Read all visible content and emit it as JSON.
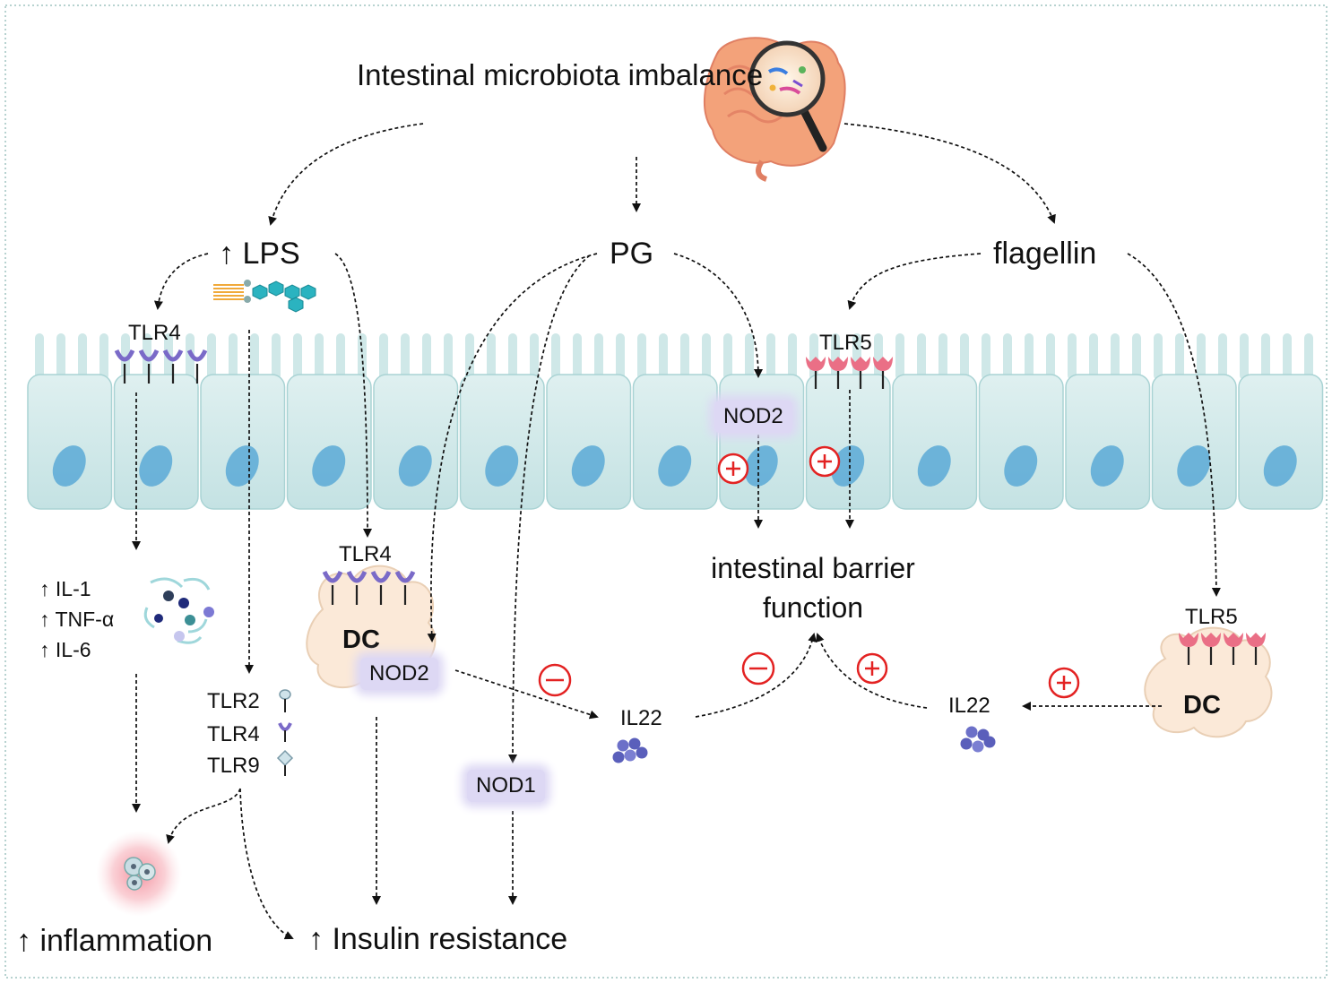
{
  "title": "Intestinal microbiota imbalance",
  "nodes": {
    "lps": "↑ LPS",
    "pg": "PG",
    "flagellin": "flagellin",
    "tlr4_epi": "TLR4",
    "tlr5_epi": "TLR5",
    "nod2_epi": "NOD2",
    "cytokines": [
      "↑ IL-1",
      "↑ TNF-α",
      "↑ IL-6"
    ],
    "tlr4_dc": "TLR4",
    "dc_left": "DC",
    "nod2_dc": "NOD2",
    "barrier": "intestinal barrier function",
    "tlr_list": [
      "TLR2",
      "TLR4",
      "TLR9"
    ],
    "il22_left": "IL22",
    "nod1": "NOD1",
    "il22_right": "IL22",
    "tlr5_dc": "TLR5",
    "dc_right": "DC",
    "inflammation": "↑ inflammation",
    "insulin": "↑ Insulin resistance"
  },
  "signs": {
    "plus": "+",
    "minus": "−"
  },
  "colors": {
    "epithelium": "#cde7e8",
    "epithelium_border": "#a9d3d4",
    "nucleus": "#5ba9d6",
    "tlr4_receptor": "#7a6ac8",
    "tlr5_receptor": "#ea6f86",
    "dc_fill": "#fbe9d8",
    "nod_highlight": "#ddd8f4",
    "sign_red": "#e32222",
    "arrow": "#111111",
    "frame": "#9fc3c0"
  }
}
